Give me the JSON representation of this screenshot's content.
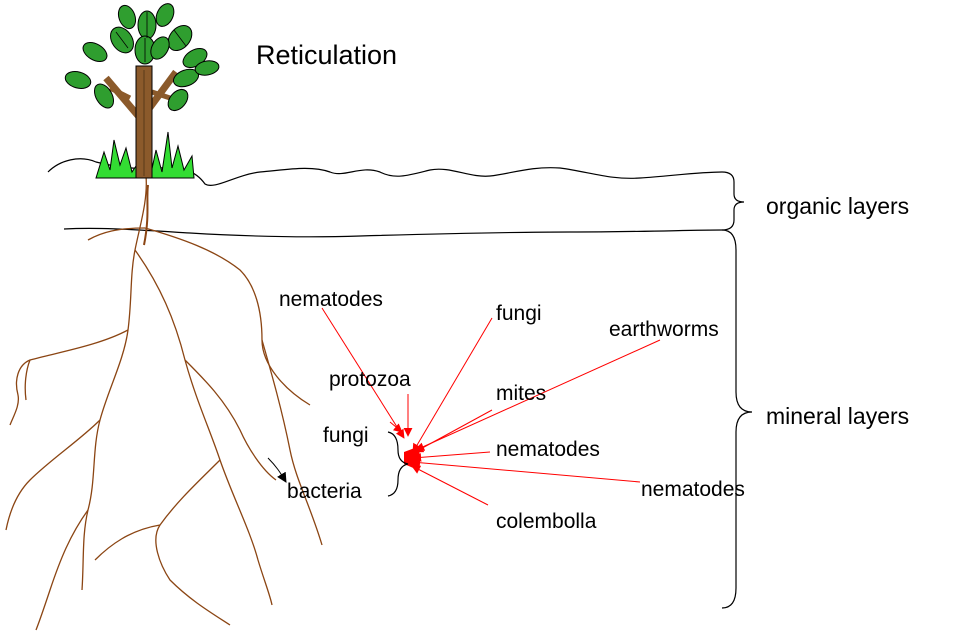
{
  "title": "Reticulation",
  "layers": {
    "organic": "organic layers",
    "mineral": "mineral layers"
  },
  "labels": {
    "nematodes_1": "nematodes",
    "fungi_1": "fungi",
    "earthworms": "earthworms",
    "protozoa": "protozoa",
    "mites": "mites",
    "fungi_2": "fungi",
    "nematodes_2": "nematodes",
    "bacteria": "bacteria",
    "nematodes_3": "nematodes",
    "colembolla": "colembolla"
  },
  "colors": {
    "arrow": "#ff0000",
    "root": "#8b4513",
    "leaf": "#2f9e2f",
    "leaf_vein": "#000000",
    "trunk": "#8b5a2b",
    "grass": "#33dd33",
    "outline": "#000000"
  }
}
